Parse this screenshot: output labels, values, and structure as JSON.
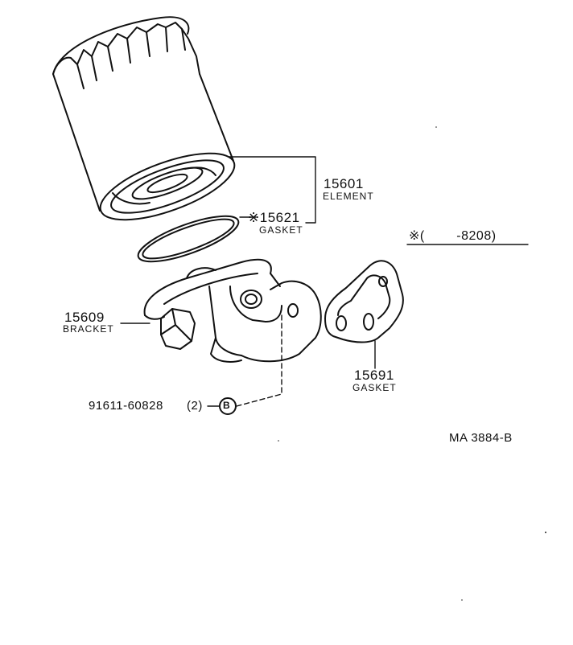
{
  "parts": {
    "element": {
      "number": "15601",
      "name": "ELEMENT"
    },
    "gasket_top": {
      "number": "※15621",
      "name": "GASKET"
    },
    "bracket": {
      "number": "15609",
      "name": "BRACKET"
    },
    "gasket_side": {
      "number": "15691",
      "name": "GASKET"
    },
    "bolt": {
      "number": "91611-60828",
      "qty": "(2)",
      "symbol": "B"
    }
  },
  "note": {
    "text": "※(        -8208)"
  },
  "drawing_code": "MA 3884-B"
}
